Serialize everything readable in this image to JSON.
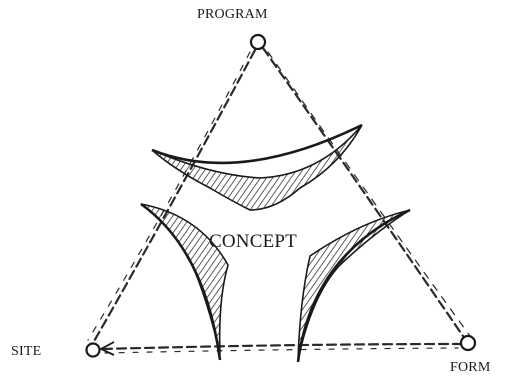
{
  "diagram": {
    "nodes": {
      "program": "PROGRAM",
      "site": "SITE",
      "form": "FORM"
    },
    "center_label": "CONCEPT"
  },
  "colors": {
    "ink": "#1a1a1a",
    "paper": "#ffffff"
  }
}
